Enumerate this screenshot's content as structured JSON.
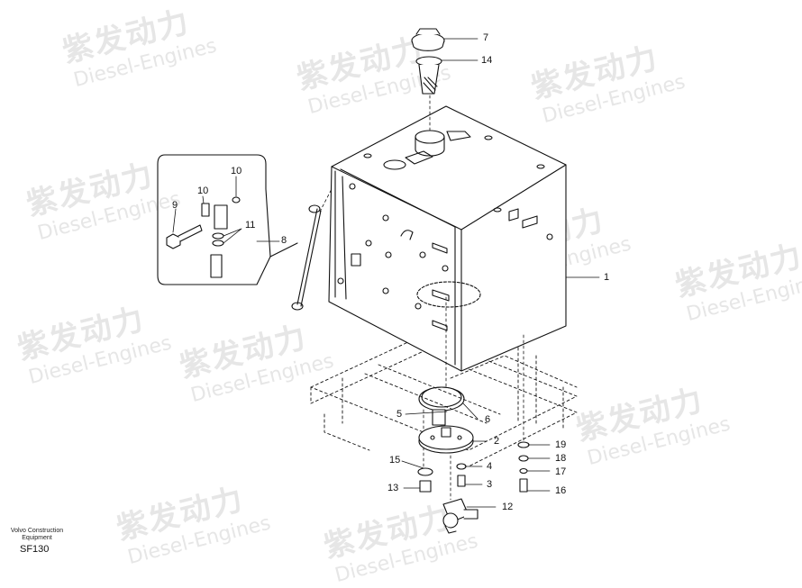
{
  "watermark": {
    "cn": "紫发动力",
    "en": "Diesel-Engines"
  },
  "callouts": [
    "1",
    "2",
    "3",
    "4",
    "5",
    "6",
    "7",
    "8",
    "9",
    "10",
    "10",
    "11",
    "12",
    "13",
    "14",
    "15",
    "16",
    "17",
    "18",
    "19"
  ],
  "footer": {
    "line1": "Volvo Construction",
    "line2": "Equipment",
    "code": "SF130"
  }
}
